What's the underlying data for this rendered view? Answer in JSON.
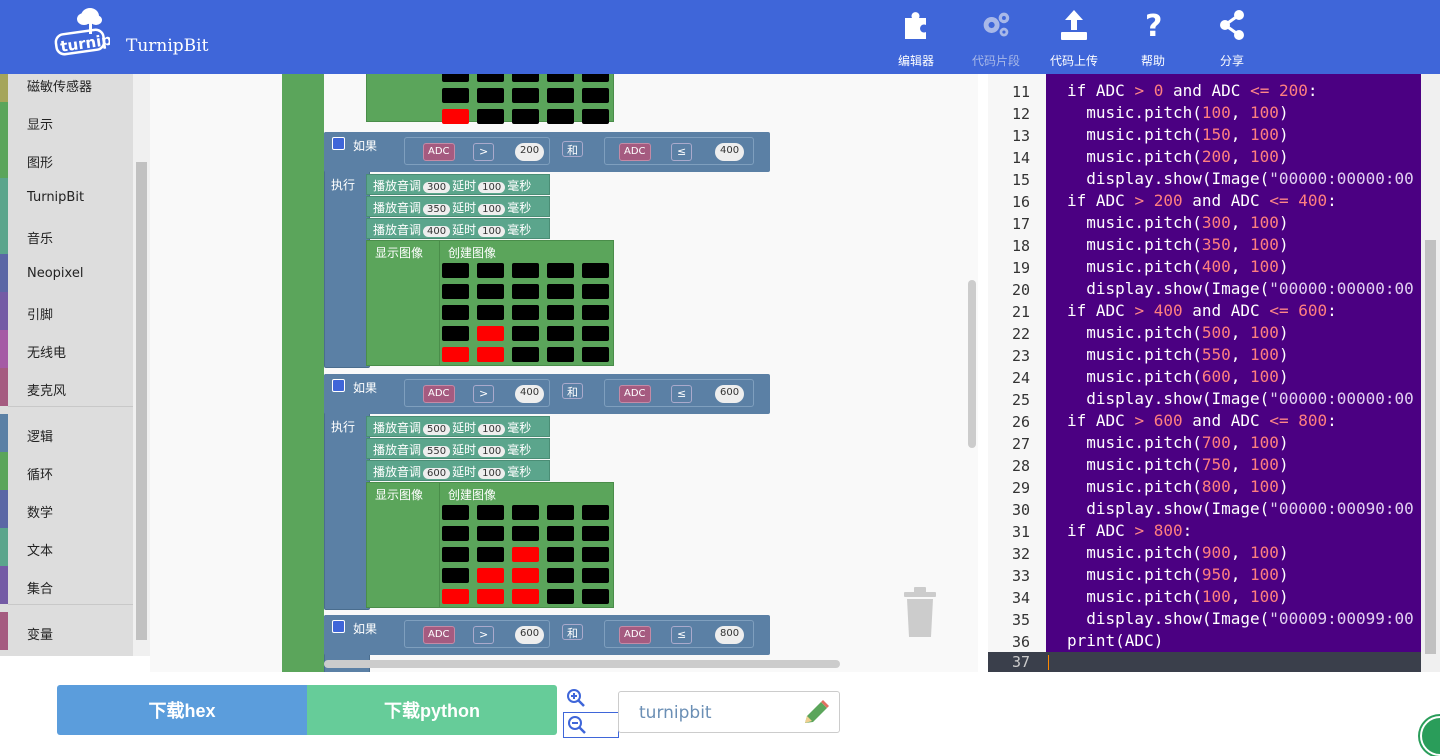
{
  "app": {
    "title": "TurnipBit",
    "logo_text": "turnip"
  },
  "header": {
    "nav": [
      {
        "label": "编辑器",
        "icon": "puzzle-icon",
        "enabled": true
      },
      {
        "label": "代码片段",
        "icon": "gears-icon",
        "enabled": false
      },
      {
        "label": "代码上传",
        "icon": "upload-icon",
        "enabled": true
      },
      {
        "label": "帮助",
        "icon": "help-icon",
        "enabled": true
      },
      {
        "label": "分享",
        "icon": "share-icon",
        "enabled": true
      }
    ]
  },
  "sidebar": {
    "categories": [
      {
        "label": "磁敏传感器",
        "color": "#a5a55b"
      },
      {
        "label": "显示",
        "color": "#5ba55b"
      },
      {
        "label": "图形",
        "color": "#5ba55b"
      },
      {
        "label": "TurnipBit",
        "color": "#5ba58c"
      },
      {
        "label": "音乐",
        "color": "#5ba58c"
      },
      {
        "label": "Neopixel",
        "color": "#5b67a5"
      },
      {
        "label": "引脚",
        "color": "#745ba5"
      },
      {
        "label": "无线电",
        "color": "#a55ba5"
      },
      {
        "label": "麦克风",
        "color": "#a55b80"
      },
      {
        "label": "逻辑",
        "color": "#5b80a5"
      },
      {
        "label": "循环",
        "color": "#5ba55b"
      },
      {
        "label": "数学",
        "color": "#5b67a5"
      },
      {
        "label": "文本",
        "color": "#5ba58c"
      },
      {
        "label": "集合",
        "color": "#745ba5"
      },
      {
        "label": "变量",
        "color": "#a55b80"
      }
    ]
  },
  "blocks": {
    "if_label": "如果",
    "do_label": "执行",
    "and_label": "和",
    "adc_label": "ADC",
    "gt_op": ">",
    "le_op": "≤",
    "tone_prefix": "播放音调",
    "delay_label": "延时",
    "ms_label": "毫秒",
    "show_image_label": "显示图像",
    "create_image_label": "创建图像",
    "groups": [
      {
        "low": "200",
        "high": "400",
        "tones": [
          {
            "pitch": "300",
            "delay": "100"
          },
          {
            "pitch": "350",
            "delay": "100"
          },
          {
            "pitch": "400",
            "delay": "100"
          }
        ],
        "led_rows": [
          "00000",
          "00000",
          "00000",
          "01000",
          "11000"
        ]
      },
      {
        "low": "400",
        "high": "600",
        "tones": [
          {
            "pitch": "500",
            "delay": "100"
          },
          {
            "pitch": "550",
            "delay": "100"
          },
          {
            "pitch": "600",
            "delay": "100"
          }
        ],
        "led_rows": [
          "00000",
          "00000",
          "00100",
          "01100",
          "11100"
        ]
      },
      {
        "low": "600",
        "high": "800",
        "tones": [],
        "led_rows": []
      }
    ],
    "top_led_rows": [
      "00000",
      "00000",
      "10000"
    ]
  },
  "code": {
    "lines": [
      {
        "n": "11",
        "text": "if ADC > 0 and ADC <= 200:"
      },
      {
        "n": "12",
        "text": "  music.pitch(100, 100)"
      },
      {
        "n": "13",
        "text": "  music.pitch(150, 100)"
      },
      {
        "n": "14",
        "text": "  music.pitch(200, 100)"
      },
      {
        "n": "15",
        "text": "  display.show(Image(\"00000:00000:00"
      },
      {
        "n": "16",
        "text": "if ADC > 200 and ADC <= 400:"
      },
      {
        "n": "17",
        "text": "  music.pitch(300, 100)"
      },
      {
        "n": "18",
        "text": "  music.pitch(350, 100)"
      },
      {
        "n": "19",
        "text": "  music.pitch(400, 100)"
      },
      {
        "n": "20",
        "text": "  display.show(Image(\"00000:00000:00"
      },
      {
        "n": "21",
        "text": "if ADC > 400 and ADC <= 600:"
      },
      {
        "n": "22",
        "text": "  music.pitch(500, 100)"
      },
      {
        "n": "23",
        "text": "  music.pitch(550, 100)"
      },
      {
        "n": "24",
        "text": "  music.pitch(600, 100)"
      },
      {
        "n": "25",
        "text": "  display.show(Image(\"00000:00000:00"
      },
      {
        "n": "26",
        "text": "if ADC > 600 and ADC <= 800:"
      },
      {
        "n": "27",
        "text": "  music.pitch(700, 100)"
      },
      {
        "n": "28",
        "text": "  music.pitch(750, 100)"
      },
      {
        "n": "29",
        "text": "  music.pitch(800, 100)"
      },
      {
        "n": "30",
        "text": "  display.show(Image(\"00000:00090:00"
      },
      {
        "n": "31",
        "text": "if ADC > 800:"
      },
      {
        "n": "32",
        "text": "  music.pitch(900, 100)"
      },
      {
        "n": "33",
        "text": "  music.pitch(950, 100)"
      },
      {
        "n": "34",
        "text": "  music.pitch(100, 100)"
      },
      {
        "n": "35",
        "text": "  display.show(Image(\"00009:00099:00"
      },
      {
        "n": "36",
        "text": "print(ADC)"
      }
    ],
    "current_line": "37"
  },
  "bottom": {
    "download_hex": "下载hex",
    "download_python": "下载python",
    "project_name": "turnipbit"
  },
  "colors": {
    "header": "#3f66d9",
    "code_bg": "#4b0082",
    "hex_btn": "#5b9ddc",
    "py_btn": "#66cc99"
  }
}
